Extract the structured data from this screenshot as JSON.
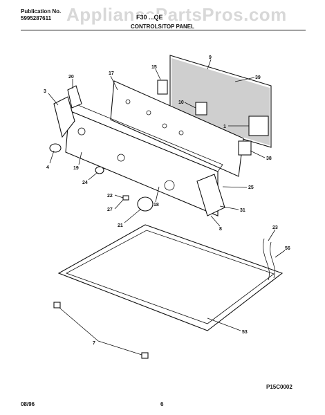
{
  "header": {
    "publication_label": "Publication No.",
    "publication_number": "5995287611",
    "watermark": "AppliancePartsPros.com",
    "model": "F30 ...QE",
    "section_title": "CONTROLS/TOP PANEL"
  },
  "footer": {
    "date": "08/96",
    "page": "6",
    "figure_id": "P15C0002"
  },
  "callouts": {
    "c3": "3",
    "c4": "4",
    "c20": "20",
    "c17": "17",
    "c15": "15",
    "c9": "9",
    "c39": "39",
    "c10": "10",
    "c1": "1",
    "c38": "38",
    "c19": "19",
    "c24": "24",
    "c22": "22",
    "c27": "27",
    "c18": "18",
    "c21": "21",
    "c25": "25",
    "c31": "31",
    "c8": "8",
    "c23": "23",
    "c56": "56",
    "c53": "53",
    "c7": "7"
  }
}
